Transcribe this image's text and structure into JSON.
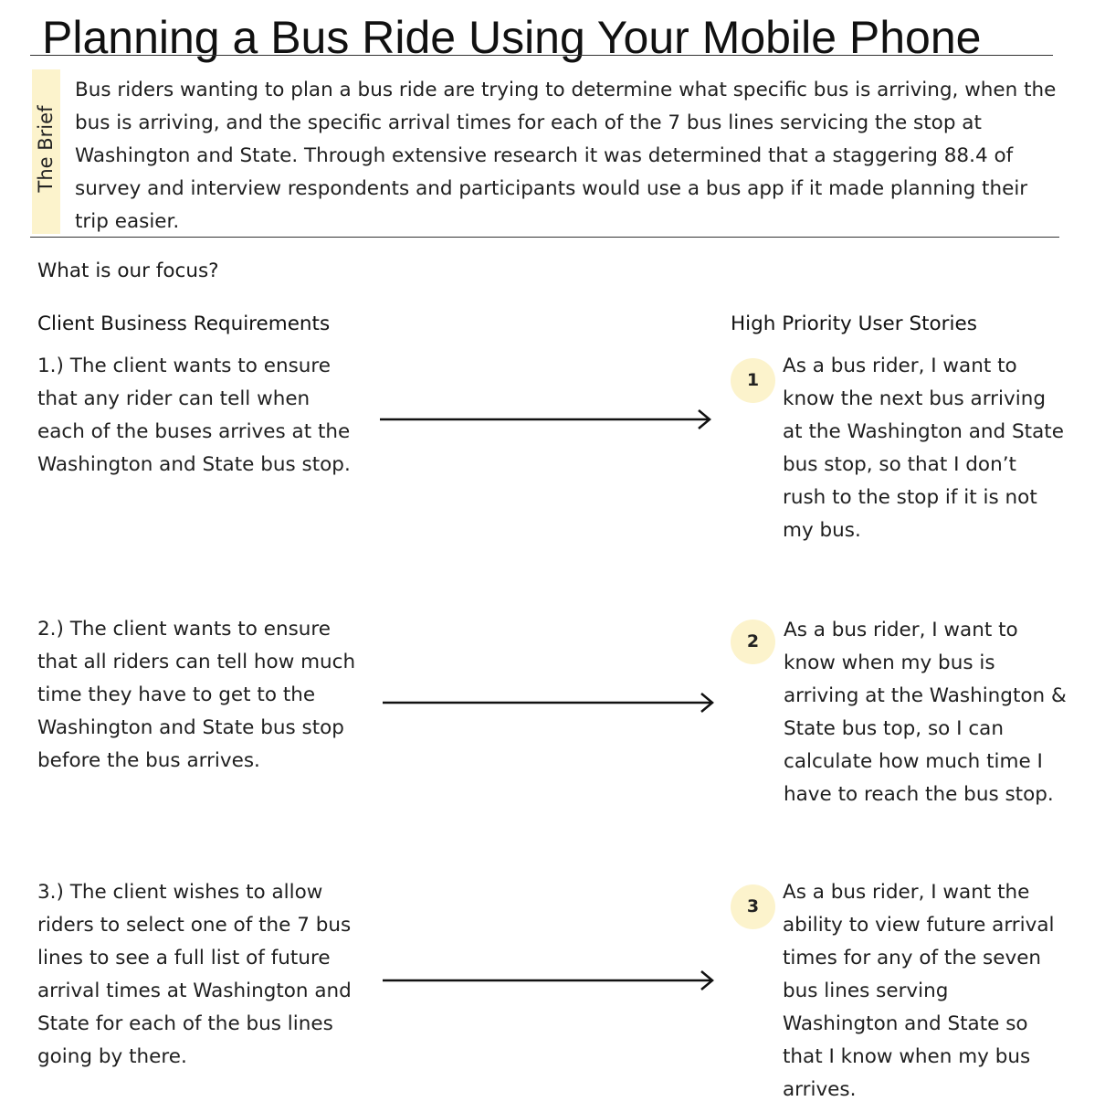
{
  "title": "Planning a Bus Ride Using Your Mobile Phone",
  "brief": {
    "label": "The Brief",
    "text": "Bus riders wanting to plan a bus ride are trying to determine what specific bus is arriving, when the bus is arriving, and the specific arrival times for each of the 7 bus lines servicing the stop at Washington and State.  Through extensive research it was determined that a staggering 88.4 of survey and interview respondents and participants would use a bus app if it made planning their trip easier."
  },
  "focus_question": "What is our focus?",
  "requirements": {
    "heading": "Client Business Requirements",
    "items": [
      "1.) The client wants to ensure that any rider can tell when each of the buses arrives at the Washington and State bus stop.",
      "2.) The client wants to ensure that all riders can tell how much time they have to get to the Washington and State bus stop before the bus arrives.",
      "3.) The client wishes to allow riders to select one of the 7 bus lines to see a full list of future arrival times at Washington and State for each of the bus lines going by there."
    ]
  },
  "stories": {
    "heading": "High Priority User Stories",
    "items": [
      {
        "number": "1",
        "text": "As a bus rider, I want to know the next bus arriving at the Washington and State bus stop, so that I don’t rush to the stop if it is not my bus."
      },
      {
        "number": "2",
        "text": "As a bus rider, I want to know when my bus is arriving at the Washington & State bus top, so I can calculate how much time I have to reach the bus stop."
      },
      {
        "number": "3",
        "text": "As a bus rider, I want the ability to view future arrival times for any of the seven bus lines serving Washington and State so that I know when my bus arrives."
      }
    ]
  },
  "colors": {
    "accent": "#fcf3cc",
    "text": "#1f1f1f",
    "rule": "#333333"
  },
  "icons": [
    "right-arrow-icon"
  ]
}
